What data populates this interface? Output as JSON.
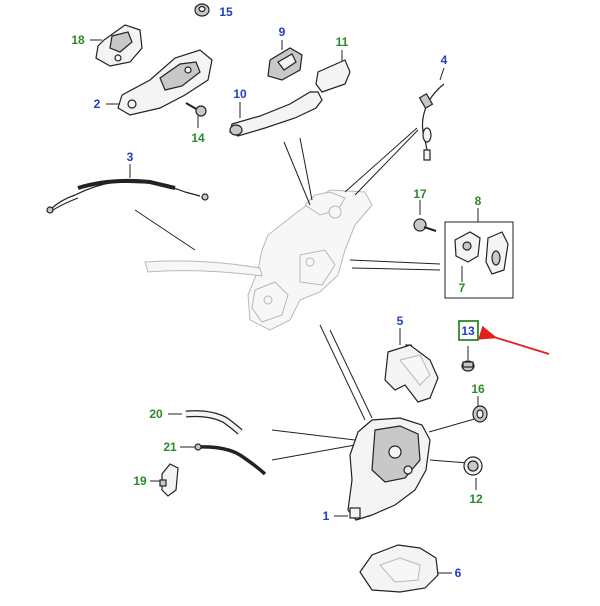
{
  "callouts": {
    "c1": "1",
    "c2": "2",
    "c3": "3",
    "c4": "4",
    "c5": "5",
    "c6": "6",
    "c7": "7",
    "c8": "8",
    "c9": "9",
    "c10": "10",
    "c11": "11",
    "c12": "12",
    "c13": "13",
    "c14": "14",
    "c15": "15",
    "c16": "16",
    "c17": "17",
    "c18": "18",
    "c19": "19",
    "c20": "20",
    "c21": "21"
  },
  "colors": {
    "blue_label": "#1f3fbf",
    "green_label": "#2a8a2a",
    "highlight_arrow": "#e02020",
    "highlight_box": "#2a8a2a"
  }
}
